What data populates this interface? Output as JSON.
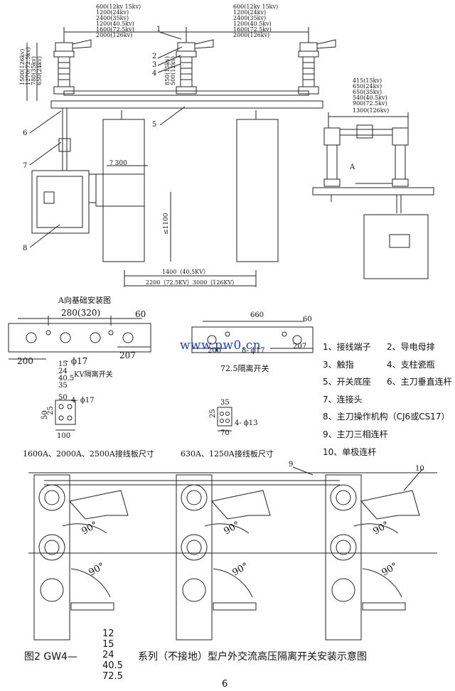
{
  "top_view": {
    "span_left_labels": [
      "600(12kv 15kv)",
      "1200(24kv)",
      "2400(35kv)",
      "1200(40.5kv)",
      "1600(72.5kv)",
      "2000(126kv)"
    ],
    "span_right_labels": [
      "600(12kv 15kv)",
      "1200(24kv)",
      "2400(35kv)",
      "1200(40.5kv)",
      "1600(72.5kv)",
      "2000(126kv)"
    ],
    "height_labels_left": [
      "1500(126kv)",
      "1270(72.5kv)",
      "780(35kv)",
      "650(24kv)"
    ],
    "height_labels_mid": [
      "850(15kv)",
      "500(12kv)"
    ],
    "small_span_labels": [
      "415(15kv)",
      "650(24kv)",
      "650(35kv)",
      "540(40.5kv)",
      "900(72.5kv)",
      "1300(126kv)"
    ],
    "callouts": [
      "1",
      "2",
      "3",
      "4",
      "5",
      "6",
      "7",
      "8"
    ],
    "dim_300": "? 300",
    "dim_1100": "≤1100",
    "dim_1400": "1400（40.5KV）",
    "dim_bottom": "2200（72.5KV）3000（126KV）",
    "view_a": "A"
  },
  "base_install": {
    "title": "A向基础安装图",
    "dim_280": "280(320)",
    "dim_60_left": "60",
    "dim_200_left": "200",
    "dim_207": "207",
    "dim_phi17": "- ϕ17",
    "kv_stack": [
      "15",
      "24",
      "40.5",
      "35"
    ],
    "kv_label": "KV隔离开关",
    "dim_660": "660",
    "dim_60_right": "60",
    "dim_200_right": "200",
    "dim_8phi17": "8- ϕ17",
    "dim_207_right": "207",
    "label_725": "72.5隔离开关"
  },
  "plates": {
    "a_dims": [
      "50",
      "25",
      "4- ϕ17",
      "50",
      "100"
    ],
    "b_dims": [
      "35",
      "25",
      "4- ϕ13",
      "70"
    ],
    "a_title": "1600A、2000A、2500A接线板尺寸",
    "b_title": "630A、1250A接线板尺寸"
  },
  "legend": [
    [
      "1、接线端子",
      "2、导电母排"
    ],
    [
      "3、触指",
      "4、支柱瓷瓶"
    ],
    [
      "5、开关底座",
      "6、主刀垂直连杆"
    ],
    [
      "7、连接头",
      ""
    ],
    [
      "8、主刀操作机构（CJ6或CS17）",
      ""
    ],
    [
      "9、主刀三相连杆",
      ""
    ],
    [
      "10、单极连杆",
      ""
    ]
  ],
  "bottom_view": {
    "callout_9": "9",
    "callout_10": "10",
    "angle_label": "90°"
  },
  "watermark": "www.pw0.cn",
  "caption": {
    "prefix": "图2 GW4—",
    "suffix": "系列（不接地）型户外交流高压隔离开关安装示意图",
    "voltages": [
      "12",
      "15",
      "24",
      "40.5",
      "72.5"
    ]
  },
  "page_number": "6"
}
